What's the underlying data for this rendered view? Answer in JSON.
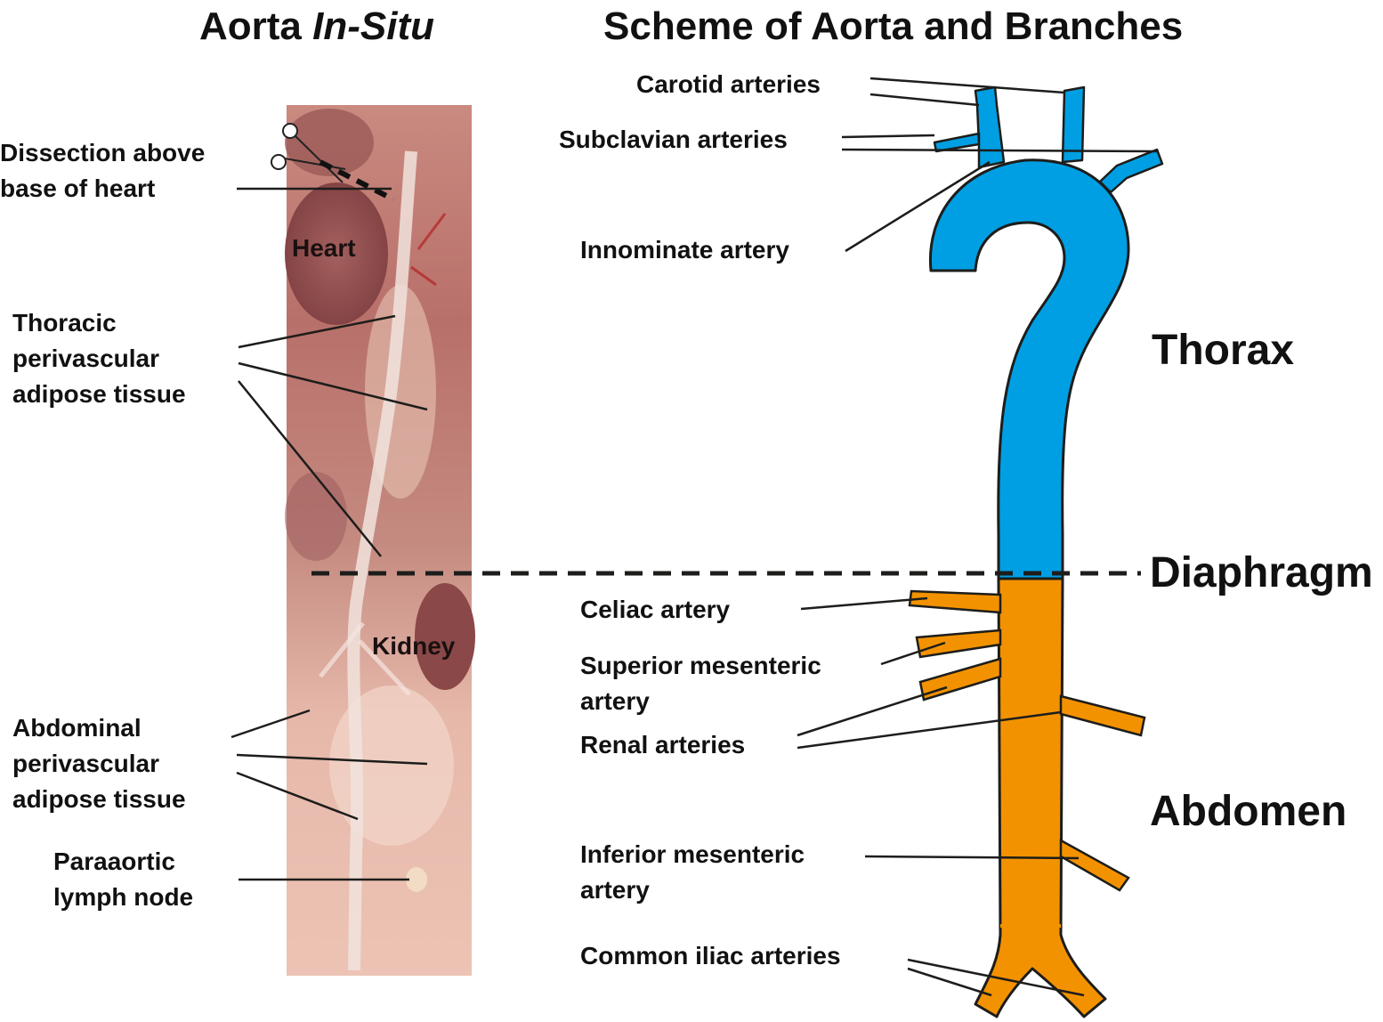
{
  "titles": {
    "left_main": "Aorta ",
    "left_italic": "In-Situ",
    "right": "Scheme of Aorta and Branches"
  },
  "photo": {
    "heart_label": "Heart",
    "kidney_label": "Kidney"
  },
  "left_labels": {
    "dissection": [
      "Dissection above",
      "base of heart"
    ],
    "thoracic_pvat": [
      "Thoracic",
      "perivascular",
      "adipose tissue"
    ],
    "abdominal_pvat": [
      "Abdominal",
      "perivascular",
      "adipose tissue"
    ],
    "lymph_node": [
      "Paraaortic",
      "lymph node"
    ]
  },
  "scheme_labels": {
    "carotid": "Carotid arteries",
    "subclavian": "Subclavian arteries",
    "innominate": "Innominate artery",
    "celiac": "Celiac artery",
    "sma": [
      "Superior mesenteric",
      "artery"
    ],
    "renal": "Renal arteries",
    "ima": [
      "Inferior mesenteric",
      "artery"
    ],
    "iliac": "Common iliac arteries"
  },
  "regions": {
    "thorax": "Thorax",
    "diaphragm": "Diaphragm",
    "abdomen": "Abdomen"
  },
  "colors": {
    "thoracic_aorta": "#009fe3",
    "abdominal_aorta": "#f39200",
    "outline": "#1d1d1b"
  },
  "icons": [
    "scissors-icon"
  ]
}
